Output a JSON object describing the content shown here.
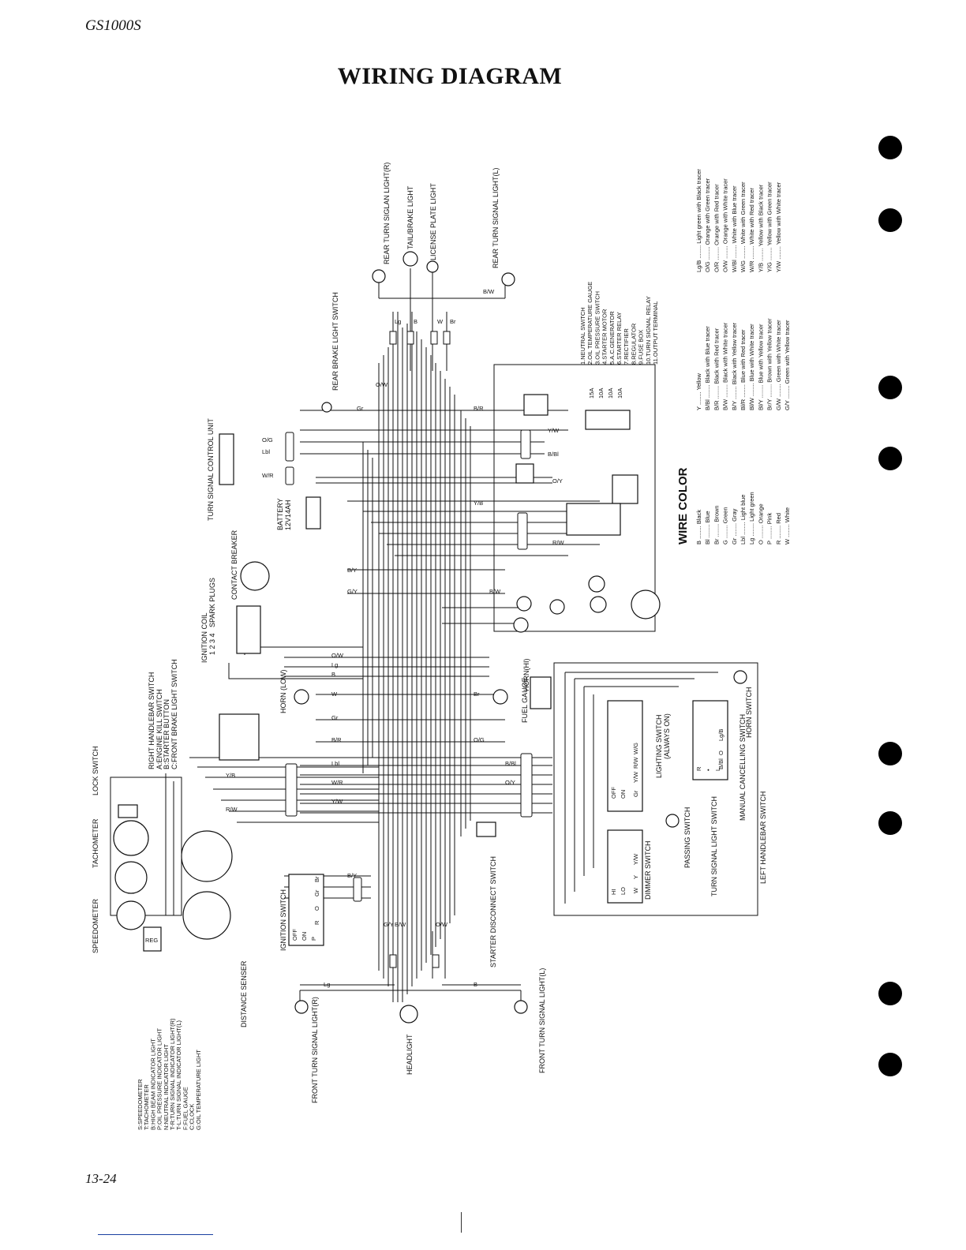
{
  "header": {
    "model": "GS1000S"
  },
  "title": "WIRING DIAGRAM",
  "page_number": "13-24",
  "wire_color": {
    "title": "WIRE COLOR",
    "single": [
      {
        "code": "B",
        "name": "Black"
      },
      {
        "code": "Bl",
        "name": "Blue"
      },
      {
        "code": "Br",
        "name": "Brown"
      },
      {
        "code": "G",
        "name": "Green"
      },
      {
        "code": "Gr",
        "name": "Gray"
      },
      {
        "code": "Lbl",
        "name": "Light blue"
      },
      {
        "code": "Lg",
        "name": "Light green"
      },
      {
        "code": "O",
        "name": "Orange"
      },
      {
        "code": "P",
        "name": "Pink"
      },
      {
        "code": "R",
        "name": "Red"
      },
      {
        "code": "W",
        "name": "White"
      }
    ],
    "tracer_1": [
      {
        "code": "Y",
        "name": "Yellow"
      },
      {
        "code": "B/Bl",
        "name": "Black with Blue tracer"
      },
      {
        "code": "B/R",
        "name": "Black with Red tracer"
      },
      {
        "code": "B/W",
        "name": "Black with White tracer"
      },
      {
        "code": "B/Y",
        "name": "Black with Yellow tracer"
      },
      {
        "code": "Bl/R",
        "name": "Blue with Red tracer"
      },
      {
        "code": "Bl/W",
        "name": "Blue with White tracer"
      },
      {
        "code": "Bl/Y",
        "name": "Blue with Yellow tracer"
      },
      {
        "code": "Br/Y",
        "name": "Brown with Yellow tracer"
      },
      {
        "code": "G/W",
        "name": "Green with White tracer"
      },
      {
        "code": "G/Y",
        "name": "Green with Yellow tracer"
      }
    ],
    "tracer_2": [
      {
        "code": "Lg/B",
        "name": "Light green with Black tracer"
      },
      {
        "code": "O/G",
        "name": "Orange with Green tracer"
      },
      {
        "code": "O/R",
        "name": "Orange with Red tracer"
      },
      {
        "code": "O/W",
        "name": "Orange with White tracer"
      },
      {
        "code": "W/Bl",
        "name": "White with Blue tracer"
      },
      {
        "code": "W/G",
        "name": "White with Green tracer"
      },
      {
        "code": "W/R",
        "name": "White with Red tracer"
      },
      {
        "code": "Y/B",
        "name": "Yellow with Black tracer"
      },
      {
        "code": "Y/G",
        "name": "Yellow with Green tracer"
      },
      {
        "code": "Y/W",
        "name": "Yellow with White tracer"
      }
    ]
  },
  "legend_numbered": [
    "1.NEUTRAL SWITCH",
    "2.OIL TEMPERATURE GAUGE",
    "3.OIL PRESSURE SWITCH",
    "4.STARTER MOTOR",
    "5.A.C.GENERATOR",
    "6.STARTER RELAY",
    "7.RECTIFIER",
    "8.REGULATOR",
    "9.FUSE BOX",
    "10.TURN SIGNAL RELAY",
    "11.OUTPUT TERMINAL"
  ],
  "fuses": [
    "15A",
    "10A",
    "10A",
    "10A"
  ],
  "meter_legend": [
    "S:SPEEDOMETER",
    "T:TACHOMETER",
    "B:HIGH BEAM INDICATOR LIGHT",
    "P:OIL PRESSURE INDICATOR LIGHT",
    "N:NEUTRAL INDICATOR LIGHT",
    "T-R:TURN SIGNAL INDICATOR LIGHT(R)",
    "T-L:TURN SIGNAL INDICATOR LIGHT(L)",
    "F:FUEL GAUGE",
    "C:CLOCK",
    "G:OIL TEMPERATURE LIGHT"
  ],
  "components": {
    "rear_turn_r": "REAR TURN SIGLAN LIGHT(R)",
    "tail_brake": "TAIL/BRAKE LIGHT",
    "license_plate": "LICENSE PLATE LIGHT",
    "rear_turn_l": "REAR TURN SIGNAL LIGHT(L)",
    "rear_brake_switch": "REAR BRAKE LIGHT SWITCH",
    "turn_signal_control": "TURN SIGNAL CONTROL UNIT",
    "battery": "BATTERY",
    "battery_spec": "12V14AH",
    "contact_breaker": "CONTACT BREAKER",
    "spark_plugs": "SPARK PLUGS",
    "ignition_coil": "IGNITION COIL",
    "coil_numbers": "1 2 3 4",
    "right_handlebar": "RIGHT HANDLEBAR SWITCH",
    "engine_kill": "A:ENGINE KILL SWITCH",
    "starter_button": "B:STARTER BUTTON",
    "front_brake": "C:FRONT BRAKE LIGHT SWITCH",
    "horn_low": "HORN (LOW)",
    "horn_hi": "HORN(HI)",
    "fuel_gauge": "FUEL GAUGE",
    "lock_switch": "LOCK SWITCH",
    "tachometer": "TACHOMETER",
    "speedometer": "SPEEDOMETER",
    "reg": "REG",
    "distance_senser": "DISTANCE SENSER",
    "ignition_switch": "IGNITION SWITCH",
    "starter_disconnect": "STARTER DISCONNECT SWITCH",
    "front_turn_r": "FRONT TURN SIGNAL LIGHT(R)",
    "headlight": "HEADLIGHT",
    "front_turn_l": "FRONT TURN SIGNAL LIGHT(L)",
    "lighting_switch": "LIGHTING SWITCH",
    "always_on": "(ALWAYS ON)",
    "passing_switch": "PASSING SWITCH",
    "dimmer_switch": "DIMMER SWITCH",
    "turn_signal_switch": "TURN SIGNAL LIGHT SWITCH",
    "manual_cancel": "MANUAL CANCELLING SWITCH",
    "horn_switch": "HORN SWITCH",
    "left_handlebar": "LEFT HANDLEBAR SWITCH"
  },
  "ignition_table": {
    "headers": [
      "",
      "R",
      "O",
      "Gr",
      "Br"
    ],
    "rows": [
      "OFF",
      "ON",
      "P"
    ]
  },
  "lighting_table": {
    "headers": [
      "Gr",
      "Y/W",
      "R/W",
      "W/G"
    ],
    "rows": [
      "OFF",
      "ON"
    ]
  },
  "dimmer_table": {
    "headers": [
      "W",
      "Y",
      "Y/W"
    ],
    "rows": [
      "HI",
      "LO"
    ]
  },
  "turn_table": {
    "headers": [
      "B/Bl",
      "O",
      "Lg/B"
    ],
    "rows": [
      "R",
      "•",
      "L"
    ]
  },
  "wire_codes": [
    "B/W",
    "O/W",
    "Lg",
    "B",
    "W",
    "Br",
    "Gr",
    "B/R",
    "O/G",
    "Lbl",
    "W/R",
    "Y/W",
    "B/Bl",
    "O/Y",
    "Y/B",
    "R/W",
    "B/Y",
    "G/Y"
  ]
}
